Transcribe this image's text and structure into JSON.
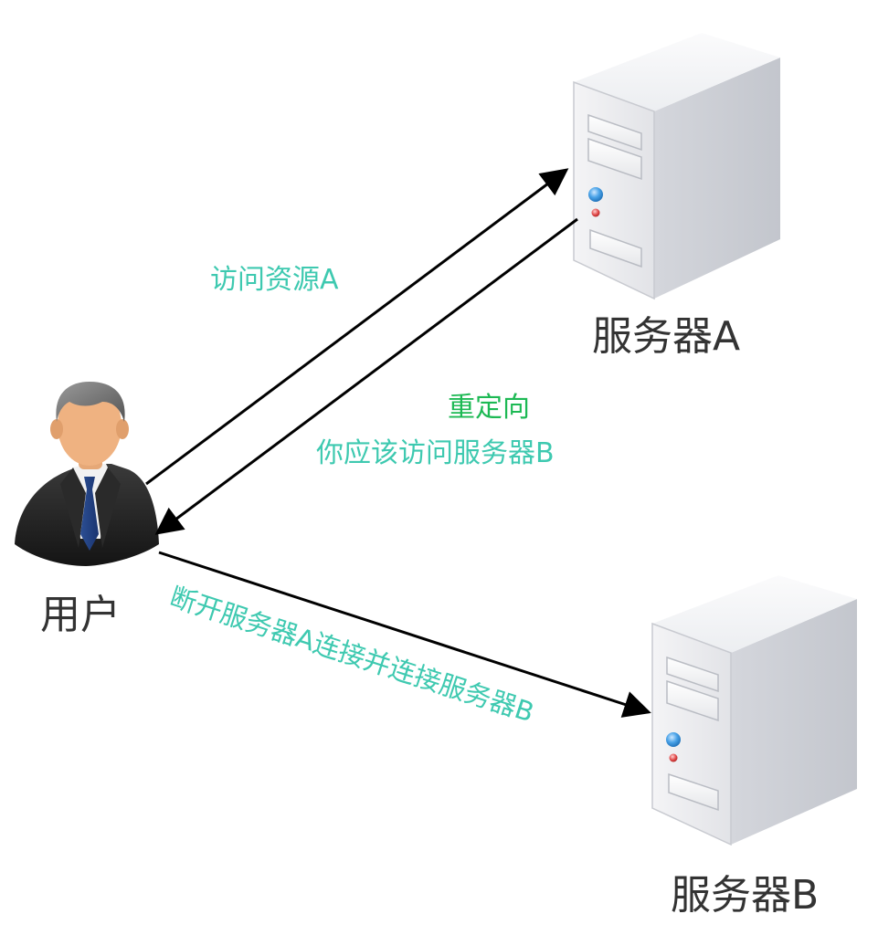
{
  "nodes": {
    "user": {
      "label": "用户"
    },
    "server_a": {
      "label": "服务器A"
    },
    "server_b": {
      "label": "服务器B"
    }
  },
  "edges": {
    "access": {
      "label": "访问资源A"
    },
    "redirect": {
      "title": "重定向",
      "detail": "你应该访问服务器B"
    },
    "reconnect": {
      "label": "断开服务器A连接并连接服务器B"
    }
  },
  "colors": {
    "label_teal": "#3ec9b0",
    "label_green": "#1db954",
    "node_text": "#333333",
    "arrow": "#000000"
  }
}
